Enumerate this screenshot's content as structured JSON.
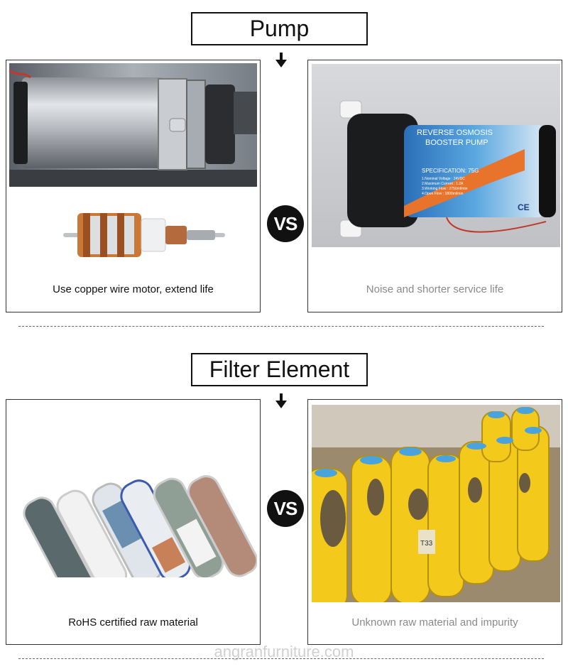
{
  "sections": [
    {
      "title": "Pump",
      "left_caption": "Use copper wire motor, extend life",
      "right_caption": "Noise and shorter service life",
      "vs_label": "VS",
      "label_text": {
        "line1": "REVERSE OSMOSIS",
        "line2": "BOOSTER PUMP",
        "spec": "SPECIFICATION: 75G",
        "spec_lines": [
          "1.Nominal Voltage : 24VDC",
          "2.Maximum Current : 1.2A",
          "3.Working Flow : 2750ml/min",
          "4.Open Flow : 1800ml/min"
        ],
        "ce": "CE"
      }
    },
    {
      "title": "Filter Element",
      "left_caption": "RoHS certified raw material",
      "right_caption": "Unknown raw material and impurity",
      "vs_label": "VS",
      "cartridge_text": "T33"
    }
  ],
  "watermark": "angranfurniture.com",
  "colors": {
    "good_text": "#111111",
    "bad_text": "#8a8a8a",
    "vs_background": "#111111",
    "yellow_filter": "#f3c91c",
    "filter_cap": "#4aa3dc"
  }
}
